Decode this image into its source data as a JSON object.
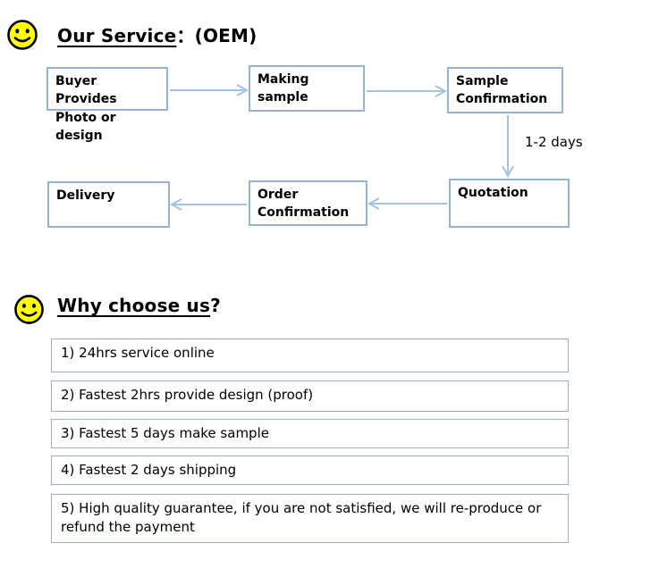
{
  "colors": {
    "background": "#ffffff",
    "box_border": "#95b3d7",
    "arrow": "#a4c2e3",
    "smiley_fill": "#ffff00",
    "text": "#000000"
  },
  "icons": {
    "smiley": "smiley-face-icon"
  },
  "service_section": {
    "title": {
      "underlined": "Our Service",
      "rest": "：(OEM)"
    },
    "flow_boxes": [
      {
        "label": "Buyer Provides\nPhoto or design"
      },
      {
        "label": "Making sample"
      },
      {
        "label": "Sample\nConfirmation"
      },
      {
        "label": "Quotation"
      },
      {
        "label": "Order\nConfirmation"
      },
      {
        "label": "Delivery"
      }
    ],
    "arrow_label": "1-2 days"
  },
  "why_section": {
    "title": {
      "underlined": "Why choose us",
      "rest": "?"
    },
    "items": [
      "1) 24hrs service online",
      "2) Fastest 2hrs provide design (proof)",
      "3) Fastest 5 days make sample",
      "4) Fastest 2 days shipping",
      "5) High quality guarantee, if you are not satisfied, we will re-produce or refund the payment"
    ]
  }
}
